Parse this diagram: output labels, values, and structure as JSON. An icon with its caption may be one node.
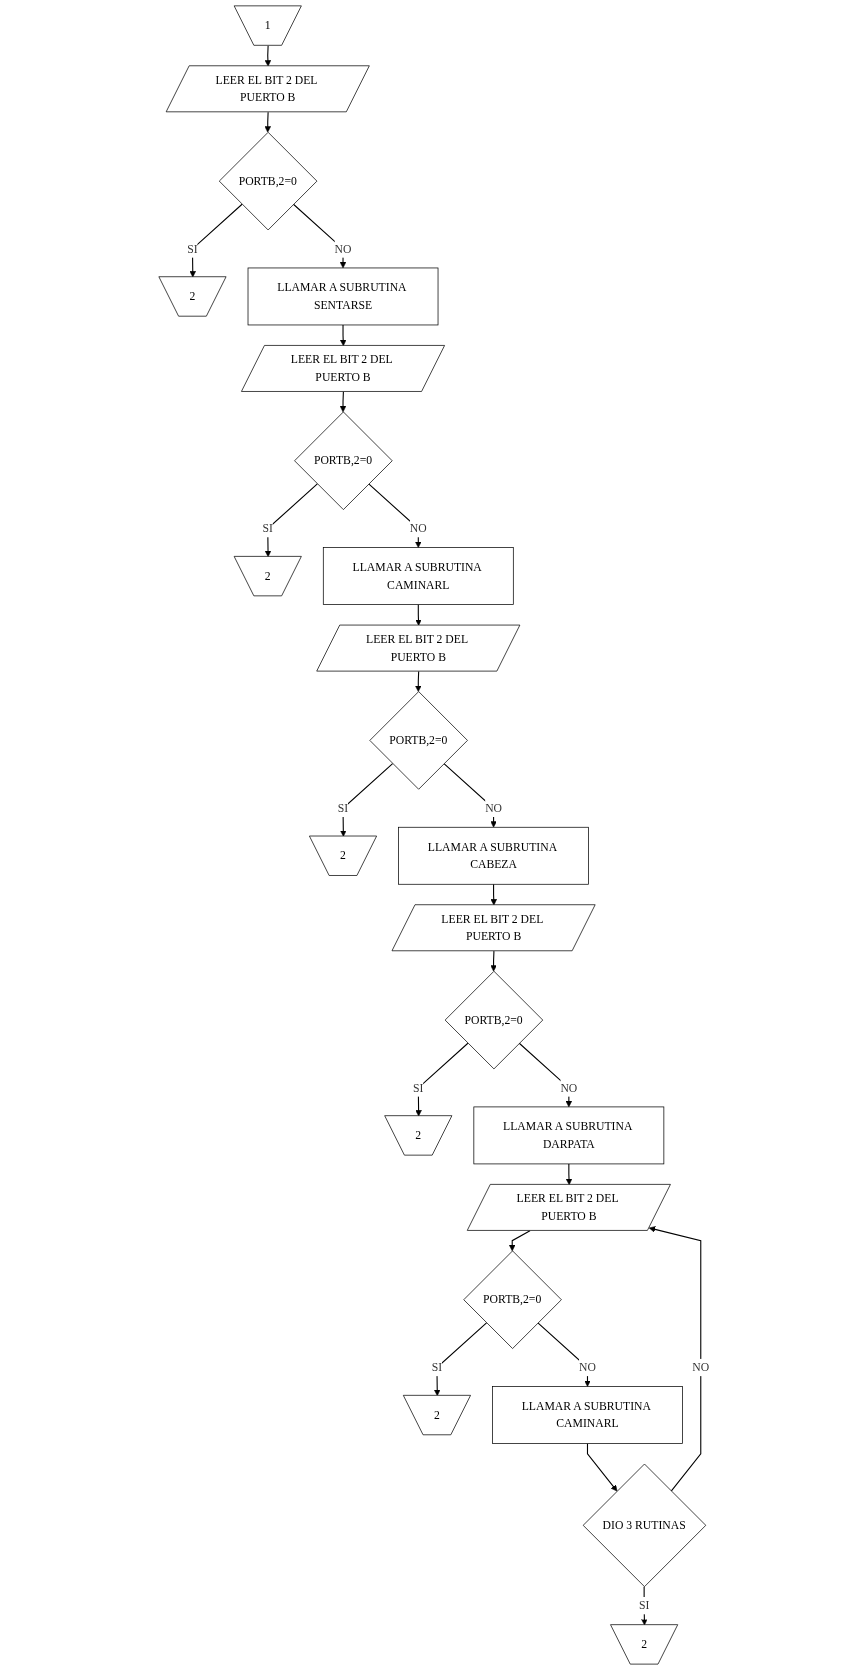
{
  "diagram": {
    "nodes": [
      {
        "text": [
          "1"
        ]
      },
      {
        "text": [
          "LEER EL BIT 2 DEL PUERTO B"
        ]
      },
      {
        "text": [
          "PORTB,2=0"
        ]
      },
      {
        "text": [
          "2"
        ]
      },
      {
        "text": [
          "LLAMAR A SUBRUTINA SENTARSE"
        ]
      },
      {
        "text": [
          "LEER EL BIT 2 DEL PUERTO B"
        ]
      },
      {
        "text": [
          "PORTB,2=0"
        ]
      },
      {
        "text": [
          "2"
        ]
      },
      {
        "text": [
          "LLAMAR A SUBRUTINA CAMINARL"
        ]
      },
      {
        "text": [
          "LEER EL BIT 2 DEL PUERTO B"
        ]
      },
      {
        "text": [
          "PORTB,2=0"
        ]
      },
      {
        "text": [
          "2"
        ]
      },
      {
        "text": [
          "LLAMAR A SUBRUTINA CABEZA"
        ]
      },
      {
        "text": [
          "LEER EL BIT 2 DEL PUERTO B"
        ]
      },
      {
        "text": [
          "PORTB,2=0"
        ]
      },
      {
        "text": [
          "2"
        ]
      },
      {
        "text": [
          "LLAMAR A SUBRUTINA DARPATA"
        ]
      },
      {
        "text": [
          "LEER EL BIT 2 DEL PUERTO B"
        ]
      },
      {
        "text": [
          "PORTB,2=0"
        ]
      },
      {
        "text": [
          "2"
        ]
      },
      {
        "text": [
          "LLAMAR A SUBRUTINA CAMINARL"
        ]
      },
      {
        "text": [
          "DIO 3 RUTINAS"
        ]
      },
      {
        "text": [
          "2"
        ]
      }
    ],
    "edges": [
      {
        "from": 0,
        "to": 1,
        "arrow": "to"
      },
      {
        "from": 1,
        "to": 2,
        "arrow": "to"
      },
      {
        "from": 2,
        "to": 3,
        "label": "SI",
        "arrow": "to"
      },
      {
        "from": 2,
        "to": 4,
        "label": "NO",
        "arrow": "to"
      },
      {
        "from": 4,
        "to": 5,
        "arrow": "to"
      },
      {
        "from": 5,
        "to": 6,
        "arrow": "to"
      },
      {
        "from": 6,
        "to": 7,
        "label": "SI",
        "arrow": "to"
      },
      {
        "from": 6,
        "to": 8,
        "label": "NO",
        "arrow": "to"
      },
      {
        "from": 8,
        "to": 9,
        "arrow": "to"
      },
      {
        "from": 9,
        "to": 10,
        "arrow": "to"
      },
      {
        "from": 10,
        "to": 11,
        "label": "SI",
        "arrow": "to"
      },
      {
        "from": 10,
        "to": 12,
        "label": "NO",
        "arrow": "to"
      },
      {
        "from": 12,
        "to": 13,
        "arrow": "to"
      },
      {
        "from": 13,
        "to": 14,
        "arrow": "to"
      },
      {
        "from": 14,
        "to": 15,
        "label": "SI",
        "arrow": "to"
      },
      {
        "from": 14,
        "to": 16,
        "label": "NO",
        "arrow": "to"
      },
      {
        "from": 16,
        "to": 17,
        "arrow": "to"
      },
      {
        "from": 17,
        "to": 18,
        "arrow": "to"
      },
      {
        "from": 18,
        "to": 19,
        "label": "SI",
        "arrow": "to"
      },
      {
        "from": 18,
        "to": 20,
        "label": "NO",
        "arrow": "to"
      },
      {
        "from": 20,
        "to": 21,
        "arrow": "to"
      },
      {
        "from": 21,
        "to": 17,
        "label": "NO",
        "arrow": "to"
      },
      {
        "from": 21,
        "to": 22,
        "label": "SI",
        "arrow": "to"
      }
    ]
  }
}
